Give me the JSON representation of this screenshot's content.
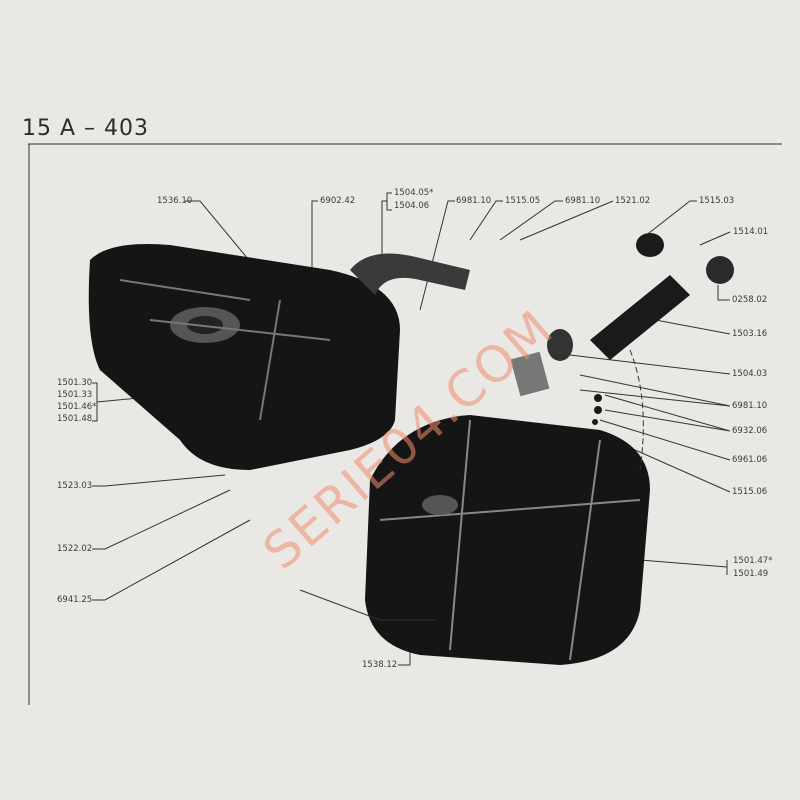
{
  "page_title": "15 A – 403",
  "watermark": "SERIE04.COM",
  "labels": {
    "l1536_10": "1536.10",
    "l6902_42": "6902.42",
    "l1504_05": "1504.05*",
    "l1504_06": "1504.06",
    "l6981_10a": "6981.10",
    "l1515_05": "1515.05",
    "l6981_10b": "6981.10",
    "l1521_02": "1521.02",
    "l1515_03": "1515.03",
    "l1514_01": "1514.01",
    "l0258_02": "0258.02",
    "l1503_16": "1503.16",
    "l1504_03": "1504.03",
    "l6981_10c": "6981.10",
    "l6932_06": "6932.06",
    "l6961_06": "6961.06",
    "l1515_06": "1515.06",
    "l1501_47": "1501.47*",
    "l1501_49": "1501.49",
    "l1501_30": "1501.30",
    "l1501_33": "1501.33",
    "l1501_46": "1501.46*",
    "l1501_48": "1501.48",
    "l1523_03": "1523.03",
    "l1522_02": "1522.02",
    "l6941_25": "6941.25",
    "l1538_12": "1538.12"
  }
}
